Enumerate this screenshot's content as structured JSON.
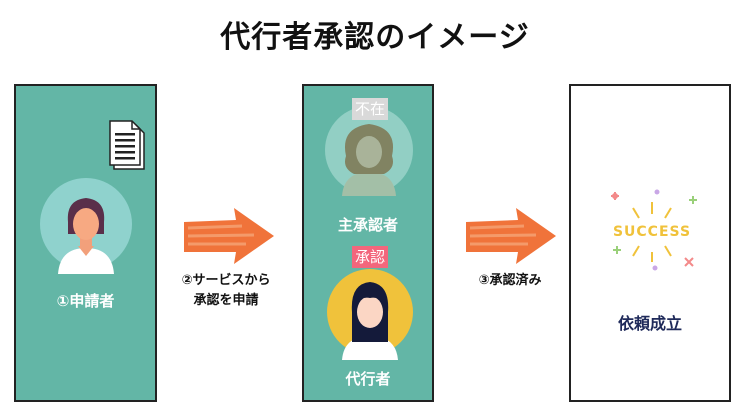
{
  "title": "代行者承認のイメージ",
  "panel1": {
    "label": "①申請者"
  },
  "step2": {
    "line1": "②サービスから",
    "line2": "承認を申請"
  },
  "panel2": {
    "tag_absent": "不在",
    "label_primary": "主承認者",
    "tag_approved": "承認",
    "label_proxy": "代行者"
  },
  "step3": {
    "label": "③承認済み"
  },
  "panel3": {
    "badge": "SUCCESS",
    "label": "依頼成立"
  },
  "colors": {
    "teal": "#63b6a6",
    "arrow": "#f0733a",
    "yellow": "#f0c23b",
    "pink": "#f3667c",
    "navy": "#1f2a5a"
  },
  "icons": [
    "document-icon",
    "applicant-avatar-icon",
    "absent-approver-avatar-icon",
    "proxy-approver-avatar-icon",
    "success-badge-icon",
    "arrow-right-icon"
  ]
}
